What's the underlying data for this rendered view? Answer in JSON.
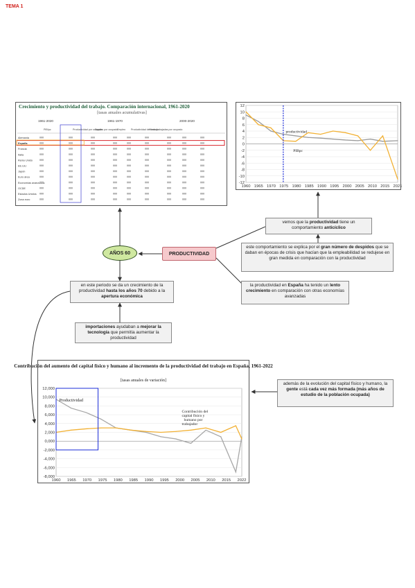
{
  "header": {
    "tema": "TEMA 1"
  },
  "table_panel": {
    "title": "Crecimiento y productividad del trabajo. Comparación internacional, 1961-2020",
    "subtitle": "[tasas anuales acumulativas]",
    "periods": [
      "1961-2020",
      "1961-1970",
      "2000-2020"
    ],
    "columns": [
      "PIB/pc",
      "Productividad por ocupado",
      "Empleo por ocupado",
      "Empleo",
      "Productividad del trabajo",
      "Horas trabajadas por ocupado"
    ],
    "row_labels": [
      "Alemania",
      "España",
      "Francia",
      "Italia",
      "Reino Unido",
      "EE.UU.",
      "Japón",
      "Euro área",
      "Economías avanzadas",
      "OCDE",
      "Estados Unidos",
      "Zona euro"
    ],
    "highlight_row": "España",
    "highlight_color": "#d9262c",
    "highlight_col_color": "#f2b134"
  },
  "top_chart": {
    "chart_data": {
      "type": "line",
      "x": [
        1960,
        1965,
        1970,
        1975,
        1980,
        1985,
        1990,
        1995,
        2000,
        2005,
        2010,
        2015,
        2021
      ],
      "x_tick_labels": [
        "1960",
        "1965",
        "1970",
        "1975",
        "1980",
        "1985",
        "1990",
        "1995",
        "2000",
        "2005",
        "2010",
        "2015",
        "2021"
      ],
      "y_tick_labels": [
        "12",
        "10",
        "8",
        "6",
        "4",
        "2",
        "0",
        "-2",
        "-4",
        "-6",
        "-8",
        "-10",
        "-12"
      ],
      "ylim": [
        -12,
        12
      ],
      "series": [
        {
          "name": "Productividad",
          "color": "#9a9a9a",
          "values": [
            9,
            7,
            4,
            3,
            2.5,
            2,
            1.8,
            1.5,
            1.2,
            1,
            1.5,
            0.8,
            1
          ]
        },
        {
          "name": "PIBpc",
          "color": "#f2b134",
          "values": [
            10,
            6,
            5,
            1,
            0.8,
            3.5,
            3,
            4,
            3.5,
            2.5,
            -2,
            2.5,
            -11
          ]
        }
      ],
      "annotations": [
        "productividad",
        "PIBpc"
      ],
      "vline_x": 1975,
      "vline_color": "#1a2bd8"
    }
  },
  "bottom_chart": {
    "chart_data": {
      "type": "line",
      "title": "Contribución del aumento del capital físico y humano al incremento de la productividad del trabajo en España, 1961-2022",
      "subtitle": "[tasas anuales de variación]",
      "x": [
        1960,
        1965,
        1970,
        1975,
        1980,
        1985,
        1990,
        1995,
        2000,
        2005,
        2010,
        2015,
        2020,
        2022
      ],
      "x_tick_labels": [
        "1960",
        "1965",
        "1970",
        "1975",
        "1980",
        "1985",
        "1990",
        "1995",
        "2000",
        "2005",
        "2010",
        "2015",
        "2022"
      ],
      "y_tick_labels": [
        "12,000",
        "10,000",
        "8,000",
        "6,000",
        "4,000",
        "2,000",
        "0,000",
        "-2,000",
        "-4,000",
        "-6,000",
        "-8,000"
      ],
      "ylim": [
        -8,
        12
      ],
      "series": [
        {
          "name": "Productividad",
          "color": "#a7a7a7",
          "values": [
            9.5,
            7.5,
            6.5,
            5,
            3,
            2.5,
            2,
            1,
            0.5,
            -0.5,
            2.5,
            1,
            -7,
            1
          ]
        },
        {
          "name": "Contribución del capital físico y humano por trabajador",
          "color": "#f2b134",
          "values": [
            2,
            2.5,
            2.8,
            3,
            3,
            2.5,
            2.2,
            2,
            2.2,
            2.5,
            3,
            2,
            3.5,
            0.5
          ]
        }
      ],
      "annotations": [
        "Productividad",
        "Contribución del capital físico y humano por trabajador"
      ],
      "box_color": "#1a2bd8"
    }
  },
  "concepts": {
    "anos60": "AÑOS 60",
    "productividad": "PRODUCTIVIDAD",
    "anticiclico_a": "vemos que la ",
    "anticiclico_b": "productividad",
    "anticiclico_c": " tiene un comportamiento ",
    "anticiclico_d": "anticíclico",
    "despidos_a": "este comportamiento se explica por el ",
    "despidos_b": "gran número de despidos",
    "despidos_c": " que se daban en épocas de crisis que hacían que la empleabilidad se redujese en gran medida en comparación con la productividad",
    "espana_a": "la productividad en ",
    "espana_b": "España",
    "espana_c": " ha tenido un ",
    "espana_d": "lento crecimiento",
    "espana_e": " en comparación con otras economías avanzadas",
    "periodo_a": "en este periodo se da un crecimiento de la productividad ",
    "periodo_b": "hasta los años 70",
    "periodo_c": " debido a la ",
    "periodo_d": "apertura económica",
    "import_a": "importaciones",
    "import_b": " ayudaban a ",
    "import_c": "mejorar la tecnología",
    "import_d": " que permitía aumentar la productividad",
    "capital_a": "además de la evolución del capital físico y humano, la ",
    "capital_b": "gente",
    "capital_c": " está ",
    "capital_d": "cada vez más formada (más años de estudio de la población ocupada)"
  }
}
